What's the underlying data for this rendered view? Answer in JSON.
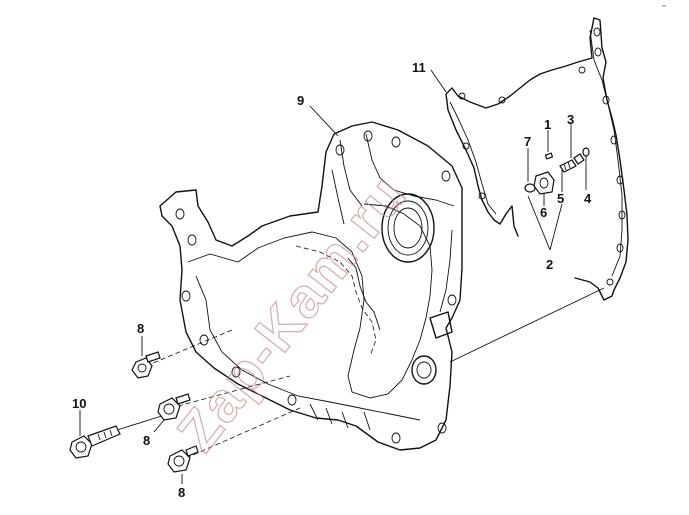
{
  "corner_tag": "°°",
  "watermark": "Zap-Kam.ru",
  "callouts": {
    "c1": "1",
    "c2": "2",
    "c3": "3",
    "c4": "4",
    "c5": "5",
    "c6": "6",
    "c7": "7",
    "c8a": "8",
    "c8b": "8",
    "c8c": "8",
    "c9": "9",
    "c10": "10",
    "c11": "11"
  },
  "icons": {
    "bolt": "hex-flange-bolt-icon",
    "plug": "plug-icon",
    "seal": "o-ring-icon"
  }
}
